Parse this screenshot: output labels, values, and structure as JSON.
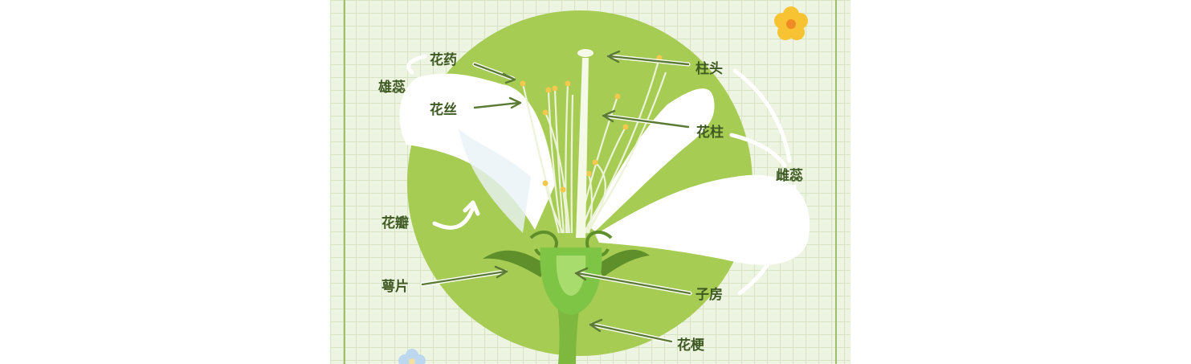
{
  "labels": {
    "stamen": "雄蕊",
    "anther": "花药",
    "filament": "花丝",
    "petal": "花瓣",
    "sepal": "萼片",
    "stigma": "柱头",
    "style": "花柱",
    "pistil": "雌蕊",
    "ovary": "子房",
    "pedicel": "花梗"
  },
  "colors": {
    "background_grid": "#eef4e2",
    "green_circle": "#a6cc54",
    "petal": "#ffffff",
    "label_text": "#3e5a22",
    "anther_dot": "#f2c94c",
    "flower_decor": "#f7c332"
  }
}
